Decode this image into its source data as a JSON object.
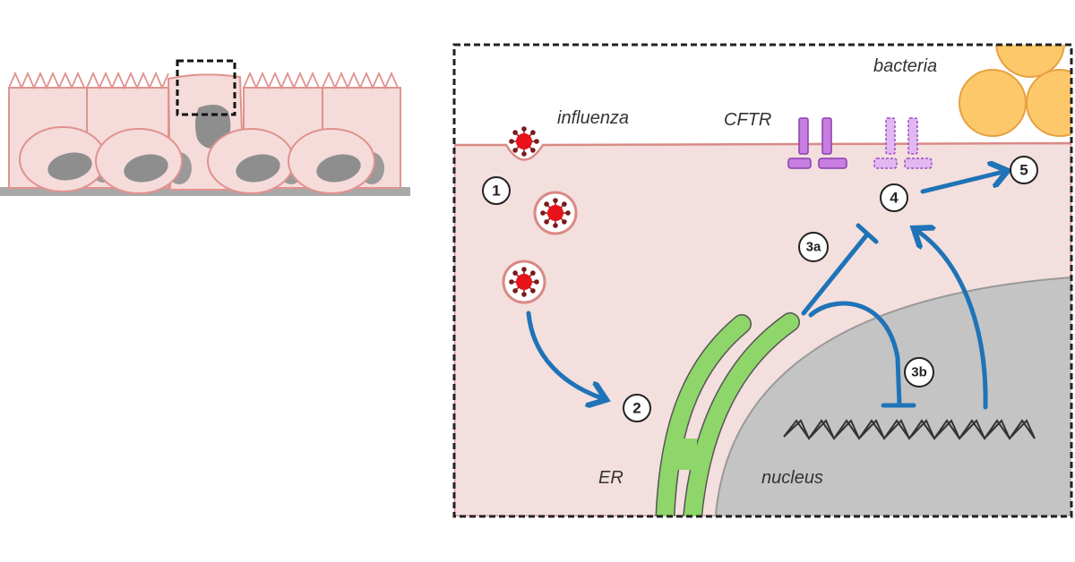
{
  "labels": {
    "influenza": "influenza",
    "cftr": "CFTR",
    "bacteria": "bacteria",
    "er": "ER",
    "nucleus": "nucleus"
  },
  "steps": [
    "1",
    "2",
    "3a",
    "3b",
    "4",
    "5"
  ],
  "colors": {
    "cytoplasm": "#f3dfdd",
    "membrane": "#d98a86",
    "nucleus": "#c4c4c4",
    "er": "#8ed66a",
    "arrow": "#1f73b7",
    "cftr": "#c77ee0",
    "bacteria": "#fcc86a",
    "virus": "#e8121a"
  }
}
